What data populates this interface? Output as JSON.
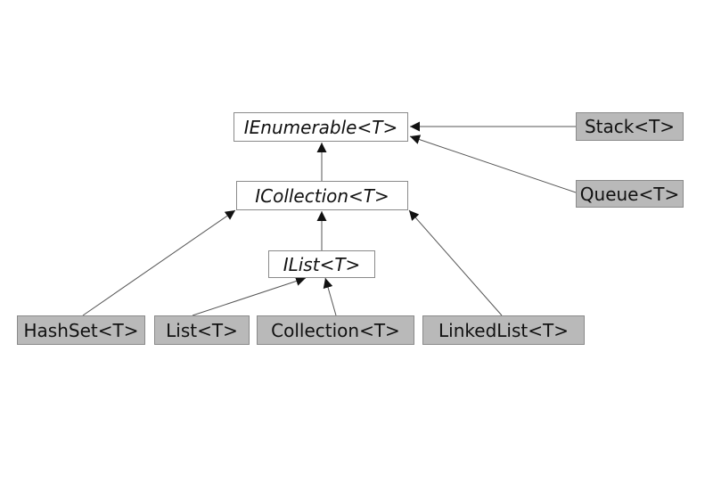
{
  "diagram": {
    "colors": {
      "interface_fill": "#ffffff",
      "class_fill": "#b9b9b9",
      "border": "#8a8a8a",
      "edge": "#555555",
      "arrowhead": "#111111"
    },
    "nodes": {
      "ienumerable": {
        "label": "IEnumerable<T>",
        "kind": "interface"
      },
      "icollection": {
        "label": "ICollection<T>",
        "kind": "interface"
      },
      "ilist": {
        "label": "IList<T>",
        "kind": "interface"
      },
      "stack": {
        "label": "Stack<T>",
        "kind": "class"
      },
      "queue": {
        "label": "Queue<T>",
        "kind": "class"
      },
      "hashset": {
        "label": "HashSet<T>",
        "kind": "class"
      },
      "list": {
        "label": "List<T>",
        "kind": "class"
      },
      "collection": {
        "label": "Collection<T>",
        "kind": "class"
      },
      "linkedlist": {
        "label": "LinkedList<T>",
        "kind": "class"
      }
    },
    "edges": [
      {
        "from": "icollection",
        "to": "ienumerable"
      },
      {
        "from": "stack",
        "to": "ienumerable"
      },
      {
        "from": "queue",
        "to": "ienumerable"
      },
      {
        "from": "ilist",
        "to": "icollection"
      },
      {
        "from": "hashset",
        "to": "icollection"
      },
      {
        "from": "linkedlist",
        "to": "icollection"
      },
      {
        "from": "list",
        "to": "ilist"
      },
      {
        "from": "collection",
        "to": "ilist"
      }
    ]
  }
}
